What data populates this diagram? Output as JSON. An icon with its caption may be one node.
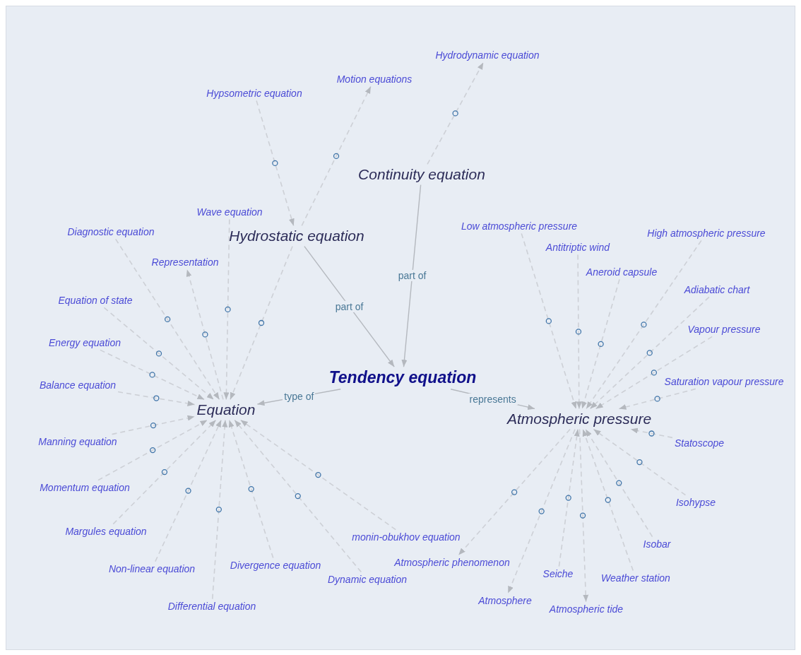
{
  "diagram": {
    "nodes": [
      {
        "text": [
          "Tendency equation"
        ]
      },
      {
        "text": [
          "Hydrostatic equation"
        ]
      },
      {
        "text": [
          "Continuity equation"
        ]
      },
      {
        "text": [
          "Equation"
        ]
      },
      {
        "text": [
          "Atmospheric pressure"
        ]
      },
      {
        "text": [
          "Hypsometric equation"
        ]
      },
      {
        "text": [
          "Motion equations"
        ]
      },
      {
        "text": [
          "Hydrodynamic equation"
        ]
      },
      {
        "text": [
          "Wave equation"
        ]
      },
      {
        "text": [
          "Diagnostic equation"
        ]
      },
      {
        "text": [
          "Representation"
        ]
      },
      {
        "text": [
          "Equation of state"
        ]
      },
      {
        "text": [
          "Energy equation"
        ]
      },
      {
        "text": [
          "Balance equation"
        ]
      },
      {
        "text": [
          "Manning equation"
        ]
      },
      {
        "text": [
          "Momentum equation"
        ]
      },
      {
        "text": [
          "Margules equation"
        ]
      },
      {
        "text": [
          "Divergence equation"
        ]
      },
      {
        "text": [
          "monin-obukhov equation"
        ]
      },
      {
        "text": [
          "Non-linear equation"
        ]
      },
      {
        "text": [
          "Dynamic equation"
        ]
      },
      {
        "text": [
          "Differential equation"
        ]
      },
      {
        "text": [
          "Low atmospheric pressure"
        ]
      },
      {
        "text": [
          "High atmospheric pressure"
        ]
      },
      {
        "text": [
          "Antitriptic wind"
        ]
      },
      {
        "text": [
          "Aneroid capsule"
        ]
      },
      {
        "text": [
          "Adiabatic chart"
        ]
      },
      {
        "text": [
          "Vapour pressure"
        ]
      },
      {
        "text": [
          "Saturation vapour pressure"
        ]
      },
      {
        "text": [
          "Statoscope"
        ]
      },
      {
        "text": [
          "Isohypse"
        ]
      },
      {
        "text": [
          "Isobar"
        ]
      },
      {
        "text": [
          "Atmospheric phenomenon"
        ]
      },
      {
        "text": [
          "Seiche"
        ]
      },
      {
        "text": [
          "Weather station"
        ]
      },
      {
        "text": [
          "Atmosphere"
        ]
      },
      {
        "text": [
          "Atmospheric tide"
        ]
      }
    ],
    "edges": [
      {
        "from": 1,
        "to": 0,
        "arrow": "to",
        "label": "part of"
      },
      {
        "from": 2,
        "to": 0,
        "arrow": "to",
        "label": "part of"
      },
      {
        "from": 0,
        "to": 3,
        "arrow": "to",
        "label": "type of"
      },
      {
        "from": 0,
        "to": 4,
        "arrow": "to",
        "label": "represents"
      },
      {
        "from": 5,
        "to": 1,
        "arrow": "to",
        "style": "dashed"
      },
      {
        "from": 1,
        "to": 6,
        "arrow": "to",
        "style": "dashed"
      },
      {
        "from": 2,
        "to": 7,
        "arrow": "to",
        "style": "dashed"
      },
      {
        "from": 1,
        "to": 3,
        "arrow": "to",
        "style": "dashed"
      },
      {
        "from": 8,
        "to": 3,
        "arrow": "to",
        "style": "dashed"
      },
      {
        "from": 9,
        "to": 3,
        "arrow": "to",
        "style": "dashed"
      },
      {
        "from": 3,
        "to": 10,
        "arrow": "to",
        "style": "dashed"
      },
      {
        "from": 11,
        "to": 3,
        "arrow": "to",
        "style": "dashed"
      },
      {
        "from": 12,
        "to": 3,
        "arrow": "to",
        "style": "dashed"
      },
      {
        "from": 13,
        "to": 3,
        "arrow": "to",
        "style": "dashed"
      },
      {
        "from": 14,
        "to": 3,
        "arrow": "to",
        "style": "dashed"
      },
      {
        "from": 15,
        "to": 3,
        "arrow": "to",
        "style": "dashed"
      },
      {
        "from": 16,
        "to": 3,
        "arrow": "to",
        "style": "dashed"
      },
      {
        "from": 17,
        "to": 3,
        "arrow": "to",
        "style": "dashed"
      },
      {
        "from": 18,
        "to": 3,
        "arrow": "to",
        "style": "dashed"
      },
      {
        "from": 19,
        "to": 3,
        "arrow": "to",
        "style": "dashed"
      },
      {
        "from": 20,
        "to": 3,
        "arrow": "to",
        "style": "dashed"
      },
      {
        "from": 21,
        "to": 3,
        "arrow": "to",
        "style": "dashed"
      },
      {
        "from": 22,
        "to": 4,
        "arrow": "to",
        "style": "dashed"
      },
      {
        "from": 23,
        "to": 4,
        "arrow": "to",
        "style": "dashed"
      },
      {
        "from": 24,
        "to": 4,
        "arrow": "to",
        "style": "dashed"
      },
      {
        "from": 25,
        "to": 4,
        "arrow": "to",
        "style": "dashed"
      },
      {
        "from": 26,
        "to": 4,
        "arrow": "to",
        "style": "dashed"
      },
      {
        "from": 27,
        "to": 4,
        "arrow": "to",
        "style": "dashed"
      },
      {
        "from": 28,
        "to": 4,
        "arrow": "to",
        "style": "dashed"
      },
      {
        "from": 29,
        "to": 4,
        "arrow": "to",
        "style": "dashed"
      },
      {
        "from": 30,
        "to": 4,
        "arrow": "to",
        "style": "dashed"
      },
      {
        "from": 31,
        "to": 4,
        "arrow": "to",
        "style": "dashed"
      },
      {
        "from": 4,
        "to": 32,
        "arrow": "to",
        "style": "dashed"
      },
      {
        "from": 33,
        "to": 4,
        "arrow": "to",
        "style": "dashed"
      },
      {
        "from": 34,
        "to": 4,
        "arrow": "to",
        "style": "dashed"
      },
      {
        "from": 4,
        "to": 35,
        "arrow": "to",
        "style": "dashed"
      },
      {
        "from": 4,
        "to": 36,
        "arrow": "to",
        "style": "dashed"
      }
    ]
  }
}
